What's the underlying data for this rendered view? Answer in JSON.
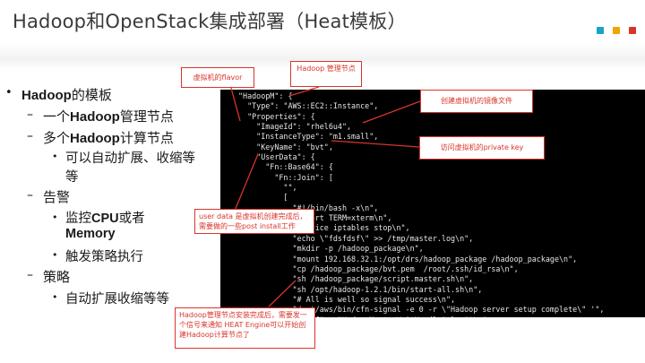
{
  "slide": {
    "title": "Hadoop和OpenStack集成部署（Heat模板）",
    "accent_colors": [
      "#1aa3c8",
      "#f0a400",
      "#d9342b"
    ]
  },
  "bullets": {
    "b1_prefix": "Hadoop",
    "b1_suffix": "的模板",
    "b1_1_prefix": "一个",
    "b1_1_bold": "Hadoop",
    "b1_1_suffix": "管理节点",
    "b1_2_prefix": "多个",
    "b1_2_bold": "Hadoop",
    "b1_2_suffix": "计算节点",
    "b1_2_1_line1": "可以自动扩展、收缩等",
    "b1_2_1_line2": "等",
    "b1_3": "告警",
    "b1_3_1_prefix": "监控",
    "b1_3_1_bold": "CPU",
    "b1_3_1_suffix": "或者",
    "b1_3_1_line2": "Memory",
    "b1_3_2": "触发策略执行",
    "b1_4": "策略",
    "b1_4_1": "自动扩展收缩等等",
    "marker_l1": "•",
    "marker_l2": "–",
    "marker_l3": "•"
  },
  "code": {
    "lines": [
      "\"HadoopM\": {",
      "  \"Type\": \"AWS::EC2::Instance\",",
      "  \"Properties\": {",
      "    \"ImageId\": \"rhel6u4\",",
      "    \"InstanceType\": \"m1.small\",",
      "    \"KeyName\": \"bvt\",",
      "    \"UserData\": {",
      "      \"Fn::Base64\": {",
      "        \"Fn::Join\": [",
      "          \"\",",
      "          [",
      "            \"#!/bin/bash -x\\n\",",
      "            \"export TERM=xterm\\n\",",
      "            \"service iptables stop\\n\",",
      "            \"echo \\\"fdsfdsf\\\" >> /tmp/master.log\\n\",",
      "            \"mkdir -p /hadoop_package\\n\",",
      "            \"mount 192.168.32.1:/opt/drs/hadoop_package /hadoop_package\\n\",",
      "            \"cp /hadoop_package/bvt.pem  /root/.ssh/id_rsa\\n\",",
      "            \"sh /hadoop_package/script.master.sh\\n\",",
      "            \"sh /opt/hadoop-1.2.1/bin/start-all.sh\\n\",",
      "            \"# All is well so signal success\\n\",",
      "            \"/opt/aws/bin/cfn-signal -e 0 -r \\\"Hadoop server setup complete\\\" '\",",
      "            { \"Ref\" : \"HadoopMasterWaitHandle\" }, \"'\\n\""
    ]
  },
  "callouts": {
    "flavor": "虚拟机的flavor",
    "mgmt_node": "Hadoop 管理节点",
    "image": "创建虚拟机的镜像文件",
    "private_key": "访问虚拟机的private key",
    "user_data": "user data 是虚拟机创建完成后，需要做的一些post install工作",
    "signal": "Hadoop管理节点安装完成后，需要发一个信号来通知 HEAT Engine可以开始创建Hadoop计算节点了"
  }
}
